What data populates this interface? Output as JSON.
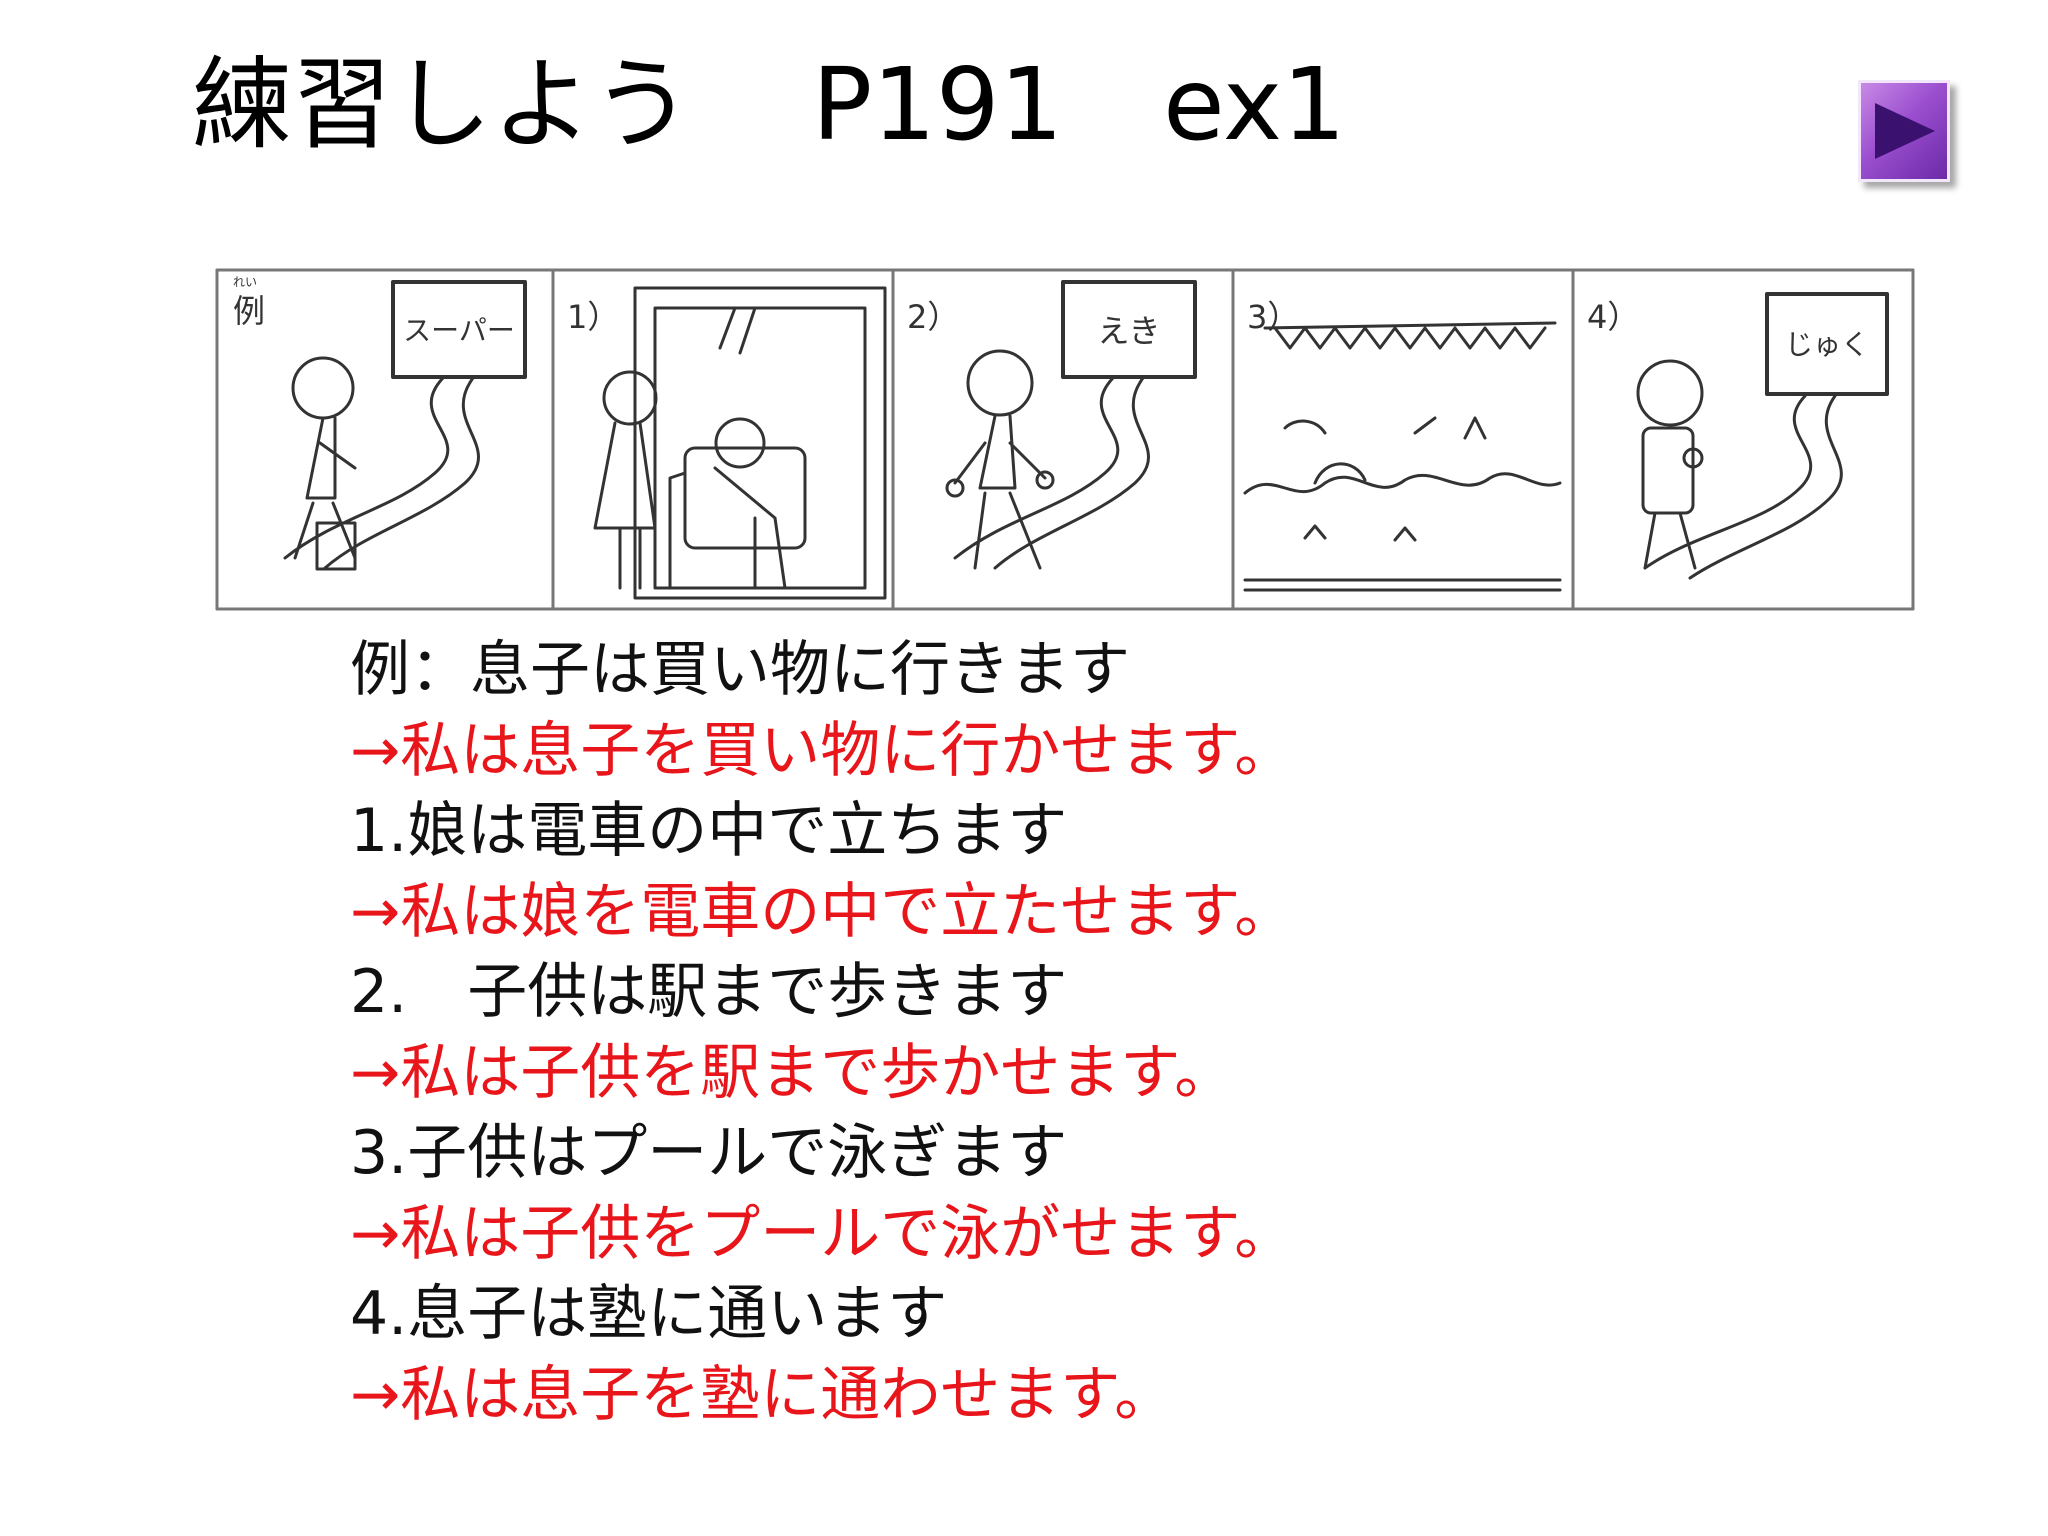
{
  "slide": {
    "title": "練習しよう",
    "subtitle": "P191　ex1"
  },
  "illustration": {
    "panels": [
      {
        "number": "例",
        "furigana": "れい",
        "sign": "スーパー"
      },
      {
        "number": "1）",
        "sign": ""
      },
      {
        "number": "2）",
        "sign": "えき"
      },
      {
        "number": "3）",
        "sign": ""
      },
      {
        "number": "4）",
        "sign": "じゅく"
      }
    ]
  },
  "exercise": {
    "lines": [
      {
        "text": "例：息子は買い物に行きます",
        "color": "#111111"
      },
      {
        "text": "→私は息子を買い物に行かせます。",
        "color": "#e8161b"
      },
      {
        "text": "1.娘は電車の中で立ちます",
        "color": "#111111"
      },
      {
        "text": "→私は娘を電車の中で立たせます。",
        "color": "#e8161b"
      },
      {
        "text": "2.　子供は駅まで歩きます",
        "color": "#111111"
      },
      {
        "text": "→私は子供を駅まで歩かせます。",
        "color": "#e8161b"
      },
      {
        "text": "3.子供はプールで泳ぎます",
        "color": "#111111"
      },
      {
        "text": "→私は子供をプールで泳がせます。",
        "color": "#e8161b"
      },
      {
        "text": "4.息子は塾に通います",
        "color": "#111111"
      },
      {
        "text": "→私は息子を塾に通わせます。",
        "color": "#e8161b"
      }
    ]
  },
  "colors": {
    "answer": "#e8161b",
    "prompt": "#111111",
    "nav_button": "#9b4fcf"
  },
  "icons": {
    "nav": "play-triangle-icon"
  }
}
